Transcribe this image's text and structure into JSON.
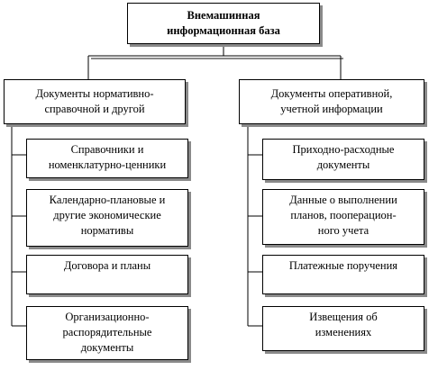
{
  "root": {
    "label": "Внемашинная\nинформационная база"
  },
  "left": {
    "header": "Документы нормативно-\nсправочной и другой",
    "items": [
      "Справочники и\nноменклатурно-ценники",
      "Календарно-плановые и\nдругие экономические\nнормативы",
      "Договора и планы",
      "Организационно-\nраспорядительные\nдокументы"
    ]
  },
  "right": {
    "header": "Документы оперативной,\nучетной информации",
    "items": [
      "Приходно-расходные\nдокументы",
      "Данные о выполнении\nпланов, пооперацион-\nного учета",
      "Платежные поручения",
      "Извещения об\nизменениях"
    ]
  }
}
